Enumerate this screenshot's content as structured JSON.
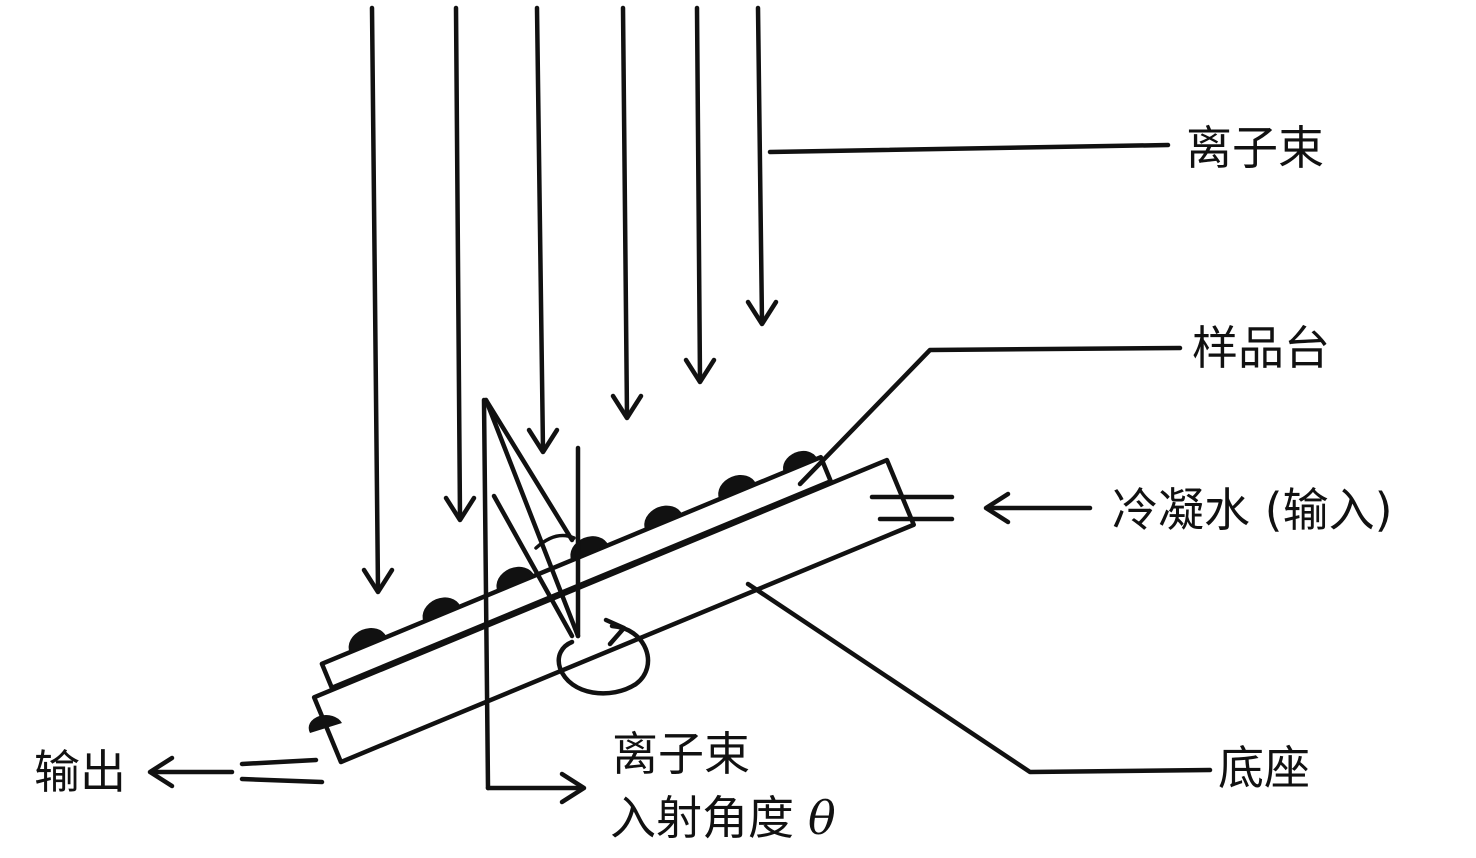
{
  "labels": {
    "ion_beam": "离子束",
    "sample_stage": "样品台",
    "cooling_water_input": "冷凝水 (输入)",
    "base": "底座",
    "output": "输出",
    "incidence_line1": "离子束",
    "incidence_line2": "入射角度",
    "theta_symbol": "θ"
  },
  "colors": {
    "ink": "#111111",
    "background": "#ffffff"
  }
}
